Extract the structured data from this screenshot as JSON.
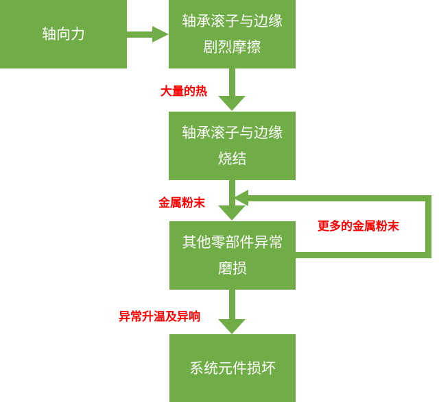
{
  "colors": {
    "box": "#70AD47",
    "arrow": "#70AD47",
    "label": "#FF0000"
  },
  "nodes": {
    "axial_force": "轴向力",
    "friction": "轴承滚子与边缘剧烈摩擦",
    "sintering": "轴承滚子与边缘烧结",
    "abnormal_wear": "其他零部件异常磨损",
    "system_damage": "系统元件损坏"
  },
  "edges": {
    "heat": "大量的热",
    "metal_powder": "金属粉末",
    "more_metal_powder": "更多的金属粉末",
    "temp_noise": "异常升温及异响"
  }
}
